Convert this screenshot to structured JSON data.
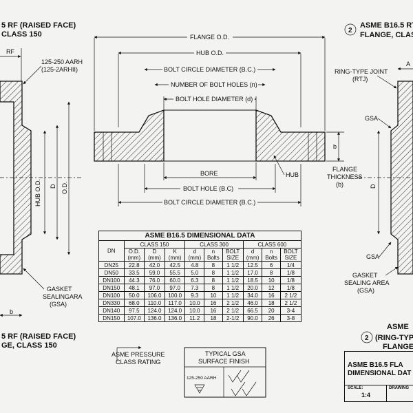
{
  "left_view": {
    "title": [
      "5 RF (RAISED FACE)",
      "CLASS 150"
    ],
    "rf": "RF",
    "finish": [
      "125-250 AARH",
      "(125-2ARHII)"
    ],
    "hub_od": "HUB O.D.",
    "d": "D",
    "od": "O.D.",
    "gasket": [
      "GASKET",
      "SEALINGARA",
      "(GSA)"
    ],
    "b": "b",
    "caption": [
      "5 RF (RAISED FACE)",
      "GE, CLASS 150"
    ]
  },
  "center_view": {
    "flange_od": "FLANGE O.D.",
    "hub_od": "HUB O.D.",
    "bolt_circle_top": "BOLT CIRCLE DIAMETER (B.C.)",
    "num_holes": "NUMBER OF BOLT HOLES (n)",
    "bolt_hole_dia": "BOLT HOLE DIAMETER (d)",
    "bore": "BORE",
    "hub": "HUB",
    "bolt_hole": "BOLT HOLE (B.C)",
    "bolt_circle_bottom": "BOLT CIRCLE DIAMETER (B.C.)",
    "b": "b",
    "flange_thickness": [
      "FLANGE",
      "THICKNESS",
      "(b)"
    ]
  },
  "right_view": {
    "number": "2",
    "title": [
      "ASME B16.5 RT",
      "FLANGE, CLAS"
    ],
    "a": "A",
    "rtj": [
      "RING-TYPE JOINT",
      "(RTJ)"
    ],
    "gsa_top": "GSA",
    "d": "D",
    "gsa_bottom": "GSA",
    "gasket": [
      "GASKET",
      "SEALING AREA",
      "(GSA)"
    ],
    "caption_number": "2",
    "caption": [
      "ASME",
      "(RING-TYPE",
      "FLANGE,"
    ]
  },
  "table": {
    "title": "ASME B16.5 DIMENSIONAL DATA",
    "dn": "DN",
    "classes": [
      "CLASS 150",
      "CLASS 300",
      "CLASS 600"
    ],
    "columns": [
      [
        "O.D.",
        "(mm)"
      ],
      [
        "D",
        "(mm)"
      ],
      [
        "K",
        "(mm)"
      ],
      [
        "d",
        "(mm)"
      ],
      [
        "n",
        "Bolts"
      ],
      [
        "BOLT",
        "SIZE"
      ],
      [
        "d",
        "(mm)"
      ],
      [
        "n",
        "Bolts"
      ],
      [
        "BOLT",
        "SIZE"
      ]
    ],
    "rows": [
      [
        "DN25",
        "22.8",
        "42.0",
        "42.5",
        "4.8",
        "8",
        "1 1/2",
        "12.5",
        "6",
        "1/4"
      ],
      [
        "DN50",
        "33.5",
        "59.0",
        "55.5",
        "5.0",
        "8",
        "1 1/2",
        "17.0",
        "8",
        "1/8"
      ],
      [
        "DN100",
        "44.3",
        "76.0",
        "60.0",
        "6.3",
        "8",
        "1 1/2",
        "18.5",
        "10",
        "1/8"
      ],
      [
        "DN150",
        "48.1",
        "97.0",
        "97.0",
        "7.3",
        "8",
        "1 1/2",
        "20.0",
        "12",
        "1/8"
      ],
      [
        "DN100",
        "50.0",
        "106.0",
        "100.0",
        "9.3",
        "10",
        "1 1/2",
        "34.0",
        "16",
        "2 1/2"
      ],
      [
        "DN330",
        "68.0",
        "110.0",
        "117.0",
        "10.0",
        "16",
        "2 1/2",
        "46.0",
        "18",
        "2 1/2"
      ],
      [
        "DN140",
        "97.5",
        "124.0",
        "124.0",
        "10.0",
        "16",
        "2 1/2",
        "66.5",
        "20",
        "3-4"
      ],
      [
        "DN150",
        "107.0",
        "136.0",
        "136.0",
        "11.2",
        "18",
        "2-1/2",
        "90.0",
        "26",
        "3-8"
      ]
    ]
  },
  "notes": {
    "pressure": [
      "ASME PRESSURE",
      "CLASS RATING"
    ],
    "gsa_title": [
      "TYPICAL GSA",
      "SURFACE FINISH"
    ],
    "gsa_value": "125-250 AARH"
  },
  "title_block": {
    "title": [
      "ASME B16.5 FLA",
      "DIMENSIONAL DAT"
    ],
    "scale_label": "SCALE:",
    "scale": "1:4",
    "drawing_label": "DRAWING"
  }
}
